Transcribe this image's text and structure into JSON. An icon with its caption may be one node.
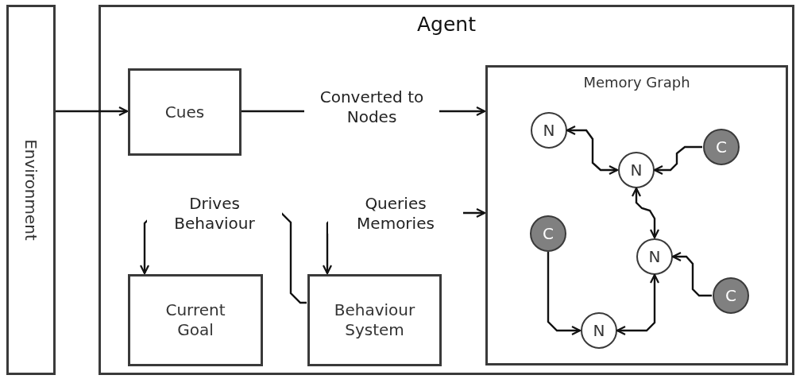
{
  "diagram": {
    "nodes": [
      {
        "text": [
          "Environment"
        ]
      },
      {
        "text": [
          "Agent"
        ]
      },
      {
        "text": [
          "Cues"
        ],
        "in": 1
      },
      {
        "text": [
          "Memory Graph"
        ],
        "in": 1
      },
      {
        "text": [
          "Current Goal"
        ],
        "in": 1
      },
      {
        "text": [
          "Behaviour System"
        ],
        "in": 1
      },
      {
        "text": [
          "N"
        ],
        "in": 3
      },
      {
        "text": [
          "C"
        ],
        "in": 3
      },
      {
        "text": [
          "N"
        ],
        "in": 3
      },
      {
        "text": [
          "C"
        ],
        "in": 3
      },
      {
        "text": [
          "N"
        ],
        "in": 3
      },
      {
        "text": [
          "C"
        ],
        "in": 3
      },
      {
        "text": [
          "N"
        ],
        "in": 3
      }
    ],
    "edges": [
      {
        "from": 0,
        "to": 2,
        "arrow": "to"
      },
      {
        "from": 2,
        "to": 3,
        "arrow": "to",
        "label": "Converted to Nodes"
      },
      {
        "from": 5,
        "to": 4,
        "arrow": "to",
        "label": "Drives Behaviour"
      },
      {
        "from": 5,
        "to": 3,
        "arrow": "both",
        "label": "Queries Memories"
      },
      {
        "from": 6,
        "to": 8,
        "arrow": "both"
      },
      {
        "from": 7,
        "to": 8,
        "arrow": "to"
      },
      {
        "from": 8,
        "to": 10,
        "arrow": "both"
      },
      {
        "from": 11,
        "to": 10,
        "arrow": "to"
      },
      {
        "from": 9,
        "to": 12,
        "arrow": "to"
      },
      {
        "from": 12,
        "to": 10,
        "arrow": "both"
      }
    ]
  }
}
